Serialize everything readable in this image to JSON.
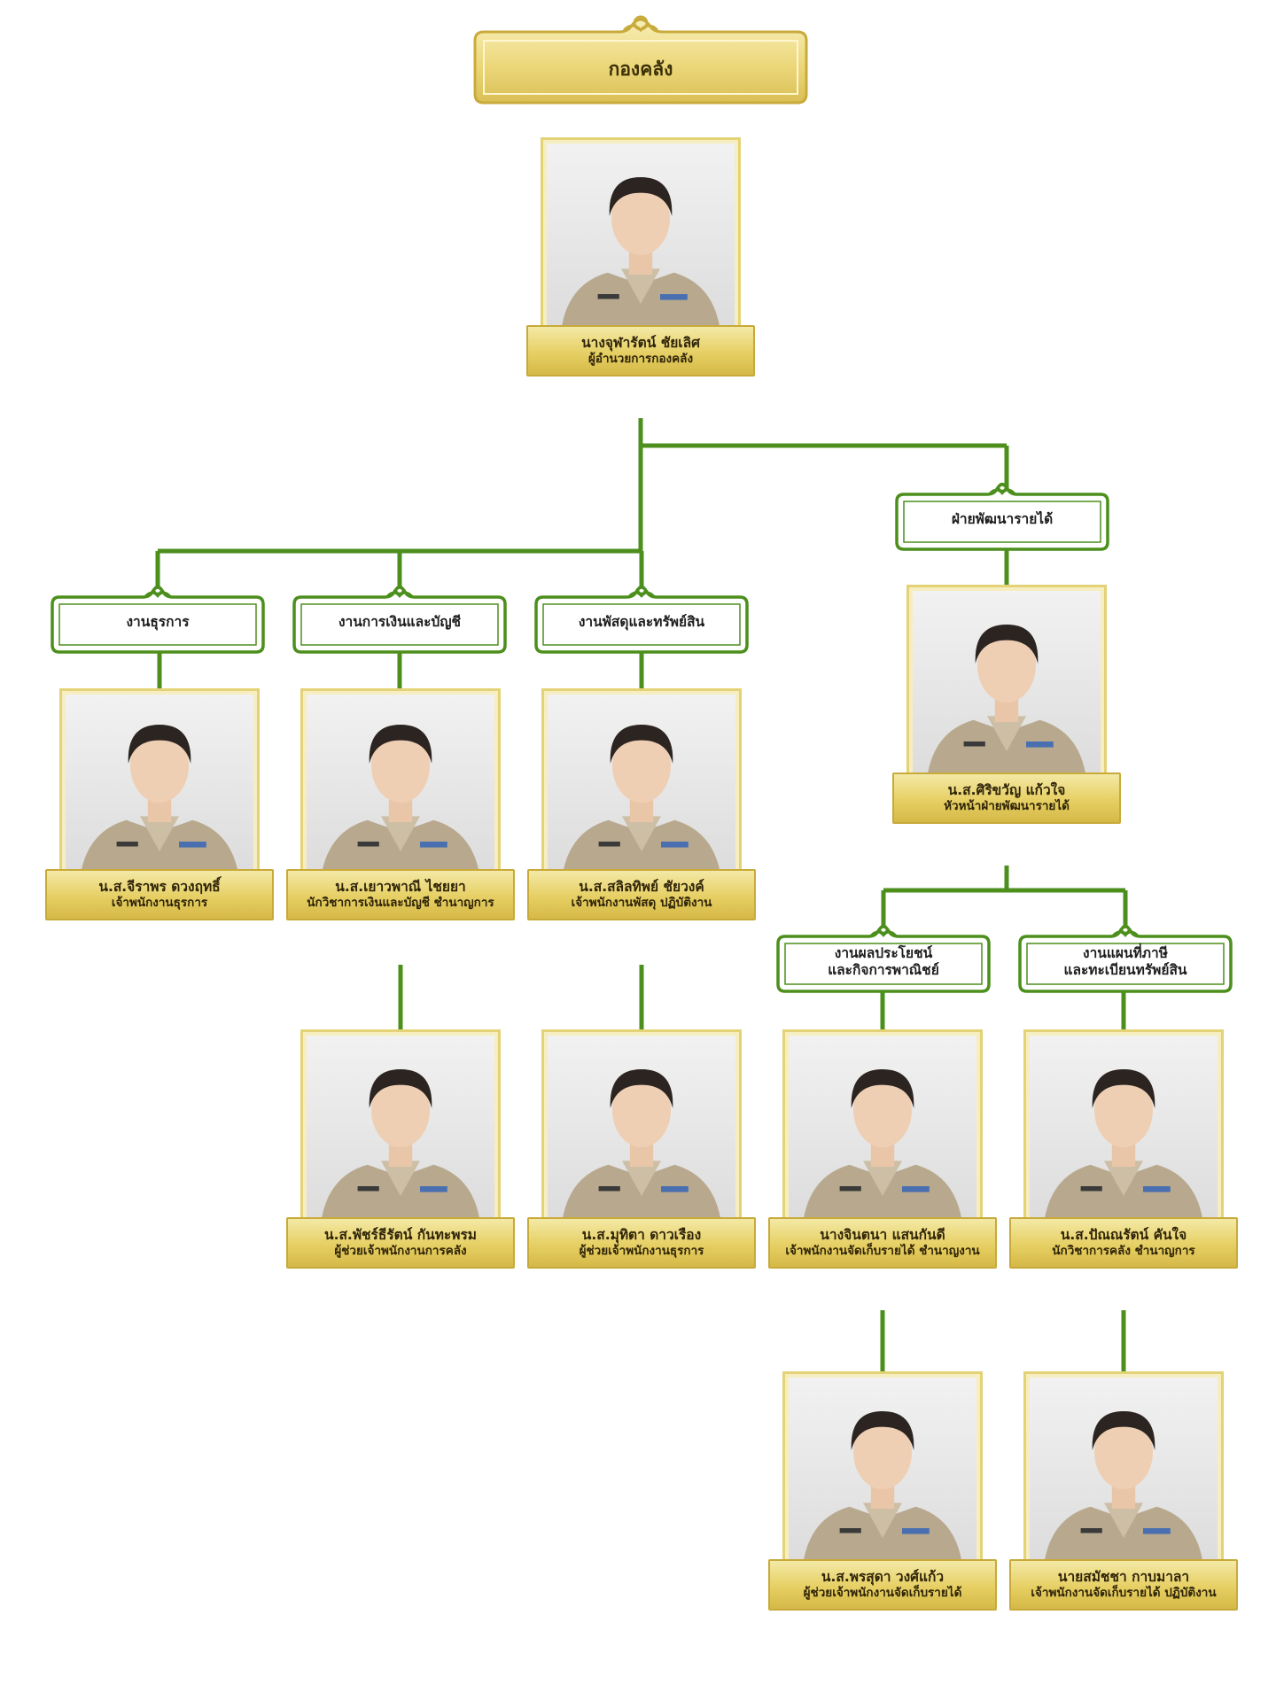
{
  "title": "กองคลัง",
  "colors": {
    "connector": "#4c8f1c",
    "unit_border": "#4c8f1c",
    "gold_light": "#f4e9a6",
    "gold_dark": "#d5b947",
    "photo_bg": "#e2e2e2"
  },
  "units": {
    "u_revenue": "ฝ่ายพัฒนารายได้",
    "u_admin": "งานธุรการ",
    "u_finance": "งานการเงินและบัญชี",
    "u_supply": "งานพัสดุและทรัพย์สิน",
    "u_commerce": "งานผลประโยชน์\nและกิจการพาณิชย์",
    "u_mapping": "งานแผนที่ภาษี\nและทะเบียนทรัพย์สิน"
  },
  "people": {
    "director": {
      "name": "นางจุฬารัตน์  ชัยเลิศ",
      "position": "ผู้อำนวยการกองคลัง"
    },
    "revenue_head": {
      "name": "น.ส.ศิริขวัญ แก้วใจ",
      "position": "หัวหน้าฝ่ายพัฒนารายได้"
    },
    "admin1": {
      "name": "น.ส.จีราพร ดวงฤทธิ์",
      "position": "เจ้าพนักงานธุรการ"
    },
    "finance1": {
      "name": "น.ส.เยาวพาณี ไชยยา",
      "position": "นักวิชาการเงินและบัญชี ชำนาญการ"
    },
    "supply1": {
      "name": "น.ส.สลิลทิพย์ ชัยวงค์",
      "position": "เจ้าพนักงานพัสดุ ปฏิบัติงาน"
    },
    "finance2": {
      "name": "น.ส.พัชร์ธีรัตน์ กันทะพรม",
      "position": "ผู้ช่วยเจ้าพนักงานการคลัง"
    },
    "supply2": {
      "name": "น.ส.มุทิตา ดาวเรือง",
      "position": "ผู้ช่วยเจ้าพนักงานธุรการ"
    },
    "commerce1": {
      "name": "นางจินตนา แสนกันดี",
      "position": "เจ้าพนักงานจัดเก็บรายได้ ชำนาญงาน"
    },
    "mapping1": {
      "name": "น.ส.ปัณณรัตน์ คันใจ",
      "position": "นักวิชาการคลัง ชำนาญการ"
    },
    "commerce2": {
      "name": "น.ส.พรสุดา วงศ์แก้ว",
      "position": "ผู้ช่วยเจ้าพนักงานจัดเก็บรายได้"
    },
    "mapping2": {
      "name": "นายสมัชชา กาบมาลา",
      "position": "เจ้าพนักงานจัดเก็บรายได้ ปฏิบัติงาน"
    }
  }
}
